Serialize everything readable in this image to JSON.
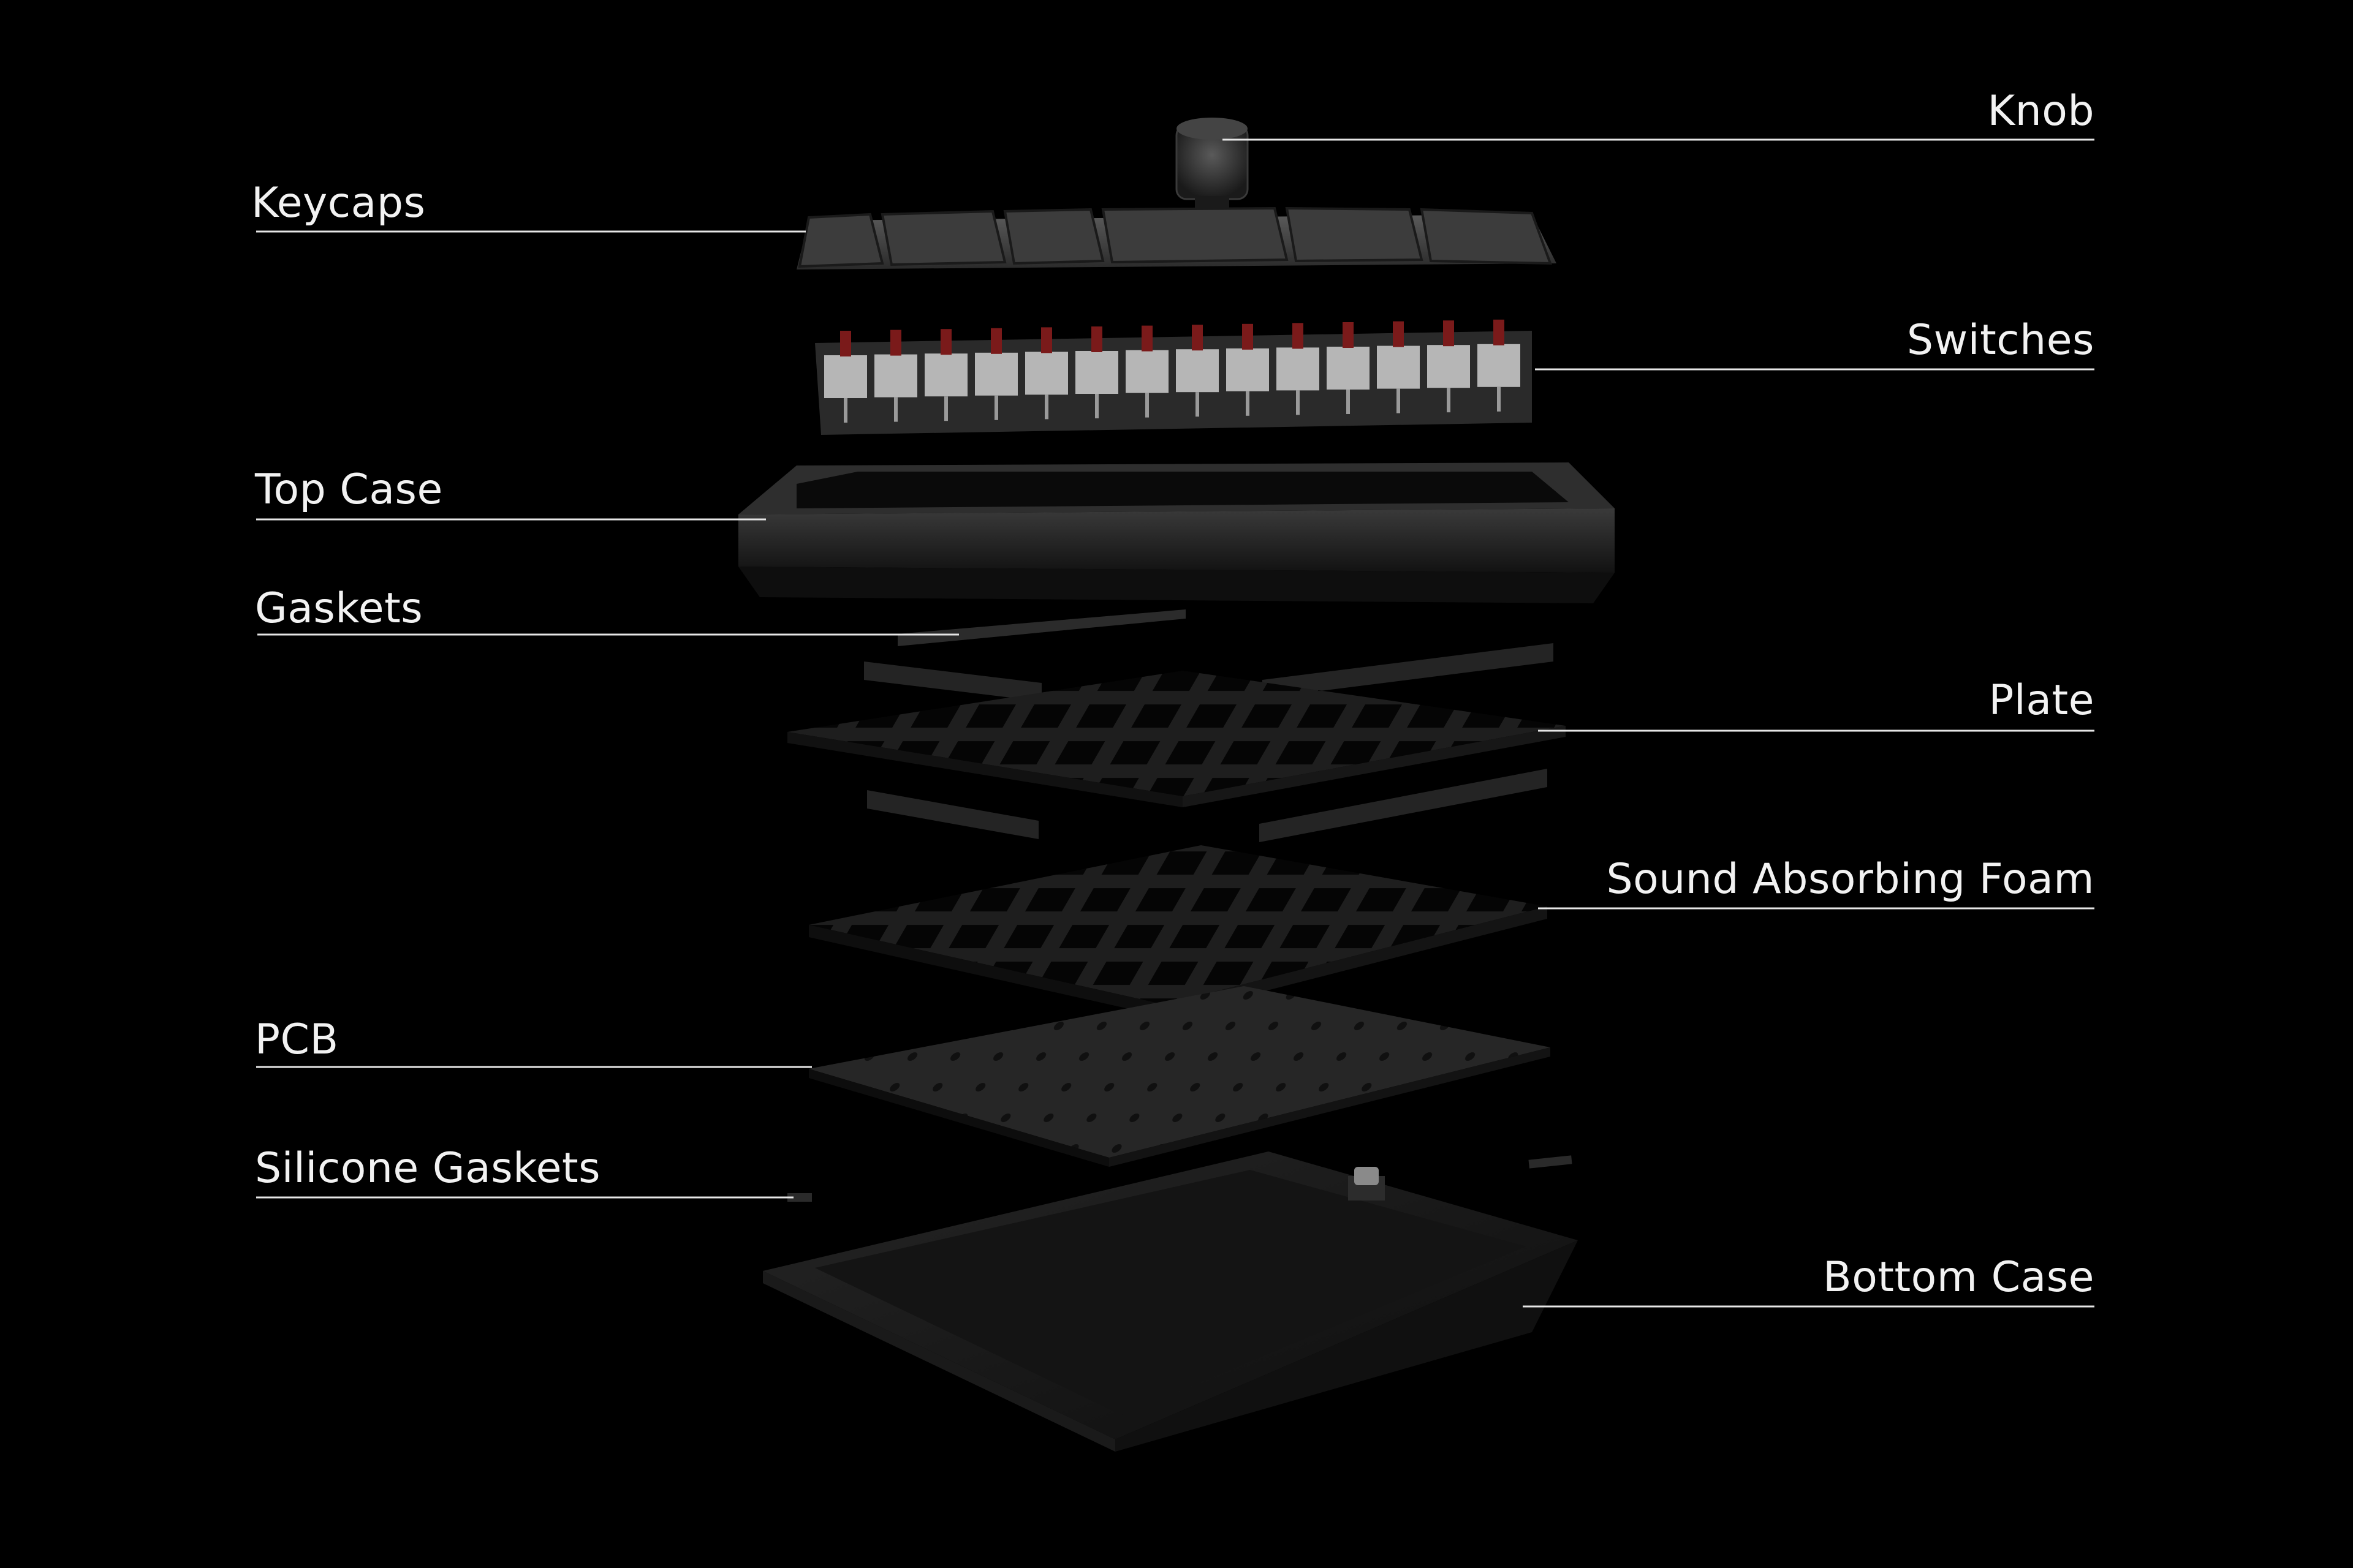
{
  "diagram": {
    "callouts": [
      {
        "id": "knob",
        "label": "Knob"
      },
      {
        "id": "keycaps",
        "label": "Keycaps"
      },
      {
        "id": "switches",
        "label": "Switches"
      },
      {
        "id": "top-case",
        "label": "Top Case"
      },
      {
        "id": "gaskets",
        "label": "Gaskets"
      },
      {
        "id": "plate",
        "label": "Plate"
      },
      {
        "id": "sound-absorbing-foam",
        "label": "Sound Absorbing Foam"
      },
      {
        "id": "pcb",
        "label": "PCB"
      },
      {
        "id": "silicone-gaskets",
        "label": "Silicone Gaskets"
      },
      {
        "id": "bottom-case",
        "label": "Bottom Case"
      }
    ]
  },
  "colors": {
    "background": "#000000",
    "label": "#f2f2f2",
    "leader_line": "#e6e6e6",
    "component_dark": "#1b1b1b",
    "component_mid": "#2a2a2a",
    "component_edge": "#3a3a3a",
    "keycap": "#4a4a4a",
    "switch_stem": "#7a1a1a",
    "switch_housing": "#cfcfcf"
  }
}
